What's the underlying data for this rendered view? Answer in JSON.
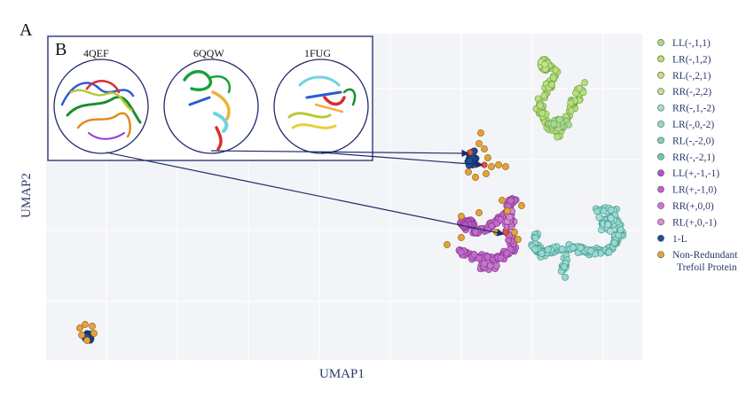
{
  "panel_labels": {
    "a": "A",
    "b": "B"
  },
  "inset_structures": [
    "4QEF",
    "6QQW",
    "1FUG"
  ],
  "colors": {
    "background_panel": "#f3f4f7",
    "grid": "#ffffff",
    "arrow": "#1f2a6b",
    "ll_minus_1_1": "#a6d98a",
    "lr_minus_1_2": "#b5df6f",
    "rl_minus_2_1": "#c2e07a",
    "rr_minus_2_2": "#bfe390",
    "rr_minus_1_minus2": "#9fdfd6",
    "lr_minus_0_minus2": "#8fd9cf",
    "rl_minus_minus2_0": "#7fd0c2",
    "rr_minus_minus2_1": "#6fc8b6",
    "ll_plus_minus1_minus1": "#b352c4",
    "lr_plus_minus1_0": "#c062c9",
    "rr_plus_0_0": "#cc77d2",
    "rl_plus_0_minus1": "#dc8ad7",
    "one_l": "#1f4e96",
    "trefoil": "#e3a33c"
  },
  "chart_data": {
    "type": "scatter",
    "title": "",
    "xlabel": "UMAP1",
    "ylabel": "UMAP2",
    "grid": true,
    "legend_position": "right",
    "legend": [
      {
        "label": "LL(-,1,1)",
        "color": "#a6d98a"
      },
      {
        "label": "LR(-,1,2)",
        "color": "#b5df6f"
      },
      {
        "label": "RL(-,2,1)",
        "color": "#c2e07a"
      },
      {
        "label": "RR(-,2,2)",
        "color": "#bfe390"
      },
      {
        "label": "RR(-,1,-2)",
        "color": "#9fdfd6"
      },
      {
        "label": "LR(-,0,-2)",
        "color": "#8fd9cf"
      },
      {
        "label": "RL(-,-2,0)",
        "color": "#7fd0c2"
      },
      {
        "label": "RR(-,-2,1)",
        "color": "#6fc8b6"
      },
      {
        "label": "LL(+,-1,-1)",
        "color": "#b352c4"
      },
      {
        "label": "LR(+,-1,0)",
        "color": "#c062c9"
      },
      {
        "label": "RR(+,0,0)",
        "color": "#cc77d2"
      },
      {
        "label": "RL(+,0,-1)",
        "color": "#dc8ad7"
      },
      {
        "label": "1-L",
        "color": "#1f4e96"
      },
      {
        "label": "Non-Redundant Trefoil Protein",
        "color": "#e3a33c",
        "lines": [
          "Non-Redundant",
          "Trefoil Protein"
        ]
      }
    ],
    "clusters": [
      {
        "name": "green",
        "color": "#b6de7c",
        "stroke": "#7aa84a"
      },
      {
        "name": "cyan",
        "color": "#8fd6cd",
        "stroke": "#4f9f95"
      },
      {
        "name": "magenta",
        "color": "#c567cc",
        "stroke": "#8a3c93"
      },
      {
        "name": "1-L small",
        "color": "#1f4e96",
        "stroke": "#0f2d5e"
      },
      {
        "name": "trefoil",
        "color": "#e3a33c",
        "stroke": "#a86d18"
      }
    ]
  }
}
